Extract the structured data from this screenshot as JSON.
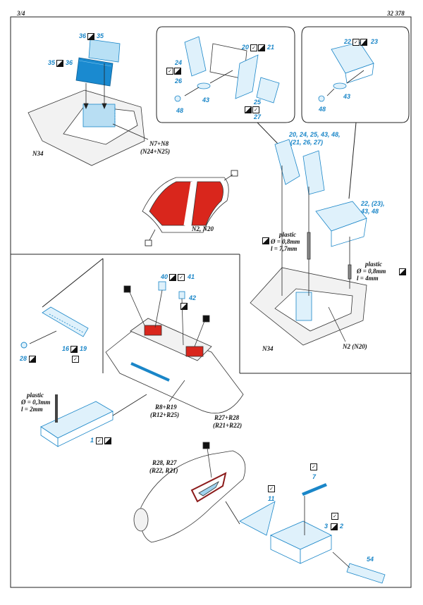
{
  "header": {
    "page": "3/4",
    "code": "32 378"
  },
  "parts": {
    "p36_35": {
      "a": "36",
      "b": "35"
    },
    "p35_36": {
      "a": "35",
      "b": "36"
    },
    "n7n8": "N7+N8",
    "n24n25": "(N24+N25)",
    "n34_top": "N34",
    "p20_21": {
      "a": "20",
      "b": "21"
    },
    "p24": "24",
    "p26": "26",
    "p43a": "43",
    "p48a": "48",
    "p25": "25",
    "p27": "27",
    "p22_23": {
      "a": "22",
      "b": "23"
    },
    "p43b": "43",
    "p48b": "48",
    "group1": "20, 24, 25, 43, 48,",
    "group1b": "(21, 26, 27)",
    "group2": "22, (23),",
    "group2b": "43, 48",
    "n2n20_mid": "N2, N20",
    "plastic1": "plastic",
    "plastic1_d": "Ø = 0,8mm",
    "plastic1_l": "l = 7,7mm",
    "plastic2": "plastic",
    "plastic2_d": "Ø = 0,8mm",
    "plastic2_l": "l = 4mm",
    "n34_right": "N34",
    "n2n20_right": "N2 (N20)",
    "p40_41": {
      "a": "40",
      "b": "41"
    },
    "p42": "42",
    "p28": "28",
    "p16_19": {
      "a": "16",
      "b": "19"
    },
    "plastic3": "plastic",
    "plastic3_d": "Ø = 0,3mm",
    "plastic3_l": "l = 2mm",
    "p1": "1",
    "r8r19": "R8+R19",
    "r12r25": "(R12+R25)",
    "r27r28": "R27+R28",
    "r21r22": "(R21+R22)",
    "r28r27": "R28, R27",
    "r22r21": "(R22, R21)",
    "p7": "7",
    "p11": "11",
    "p3_2": {
      "a": "3",
      "b": "2"
    },
    "p54": "54"
  },
  "colors": {
    "part_blue": "#9fd3ef",
    "edge_blue": "#1a86c8",
    "paint_red": "#d9261c",
    "line": "#222222"
  }
}
